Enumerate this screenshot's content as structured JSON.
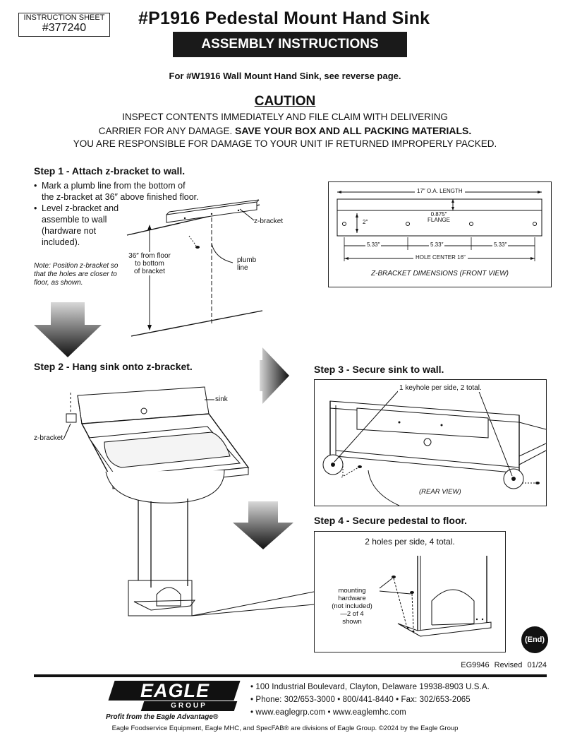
{
  "header": {
    "sheet_label": "INSTRUCTION SHEET",
    "sheet_number": "#377240",
    "title": "#P1916 Pedestal Mount Hand Sink",
    "banner": "ASSEMBLY INSTRUCTIONS",
    "reverse_note": "For #W1916 Wall Mount Hand Sink, see reverse page."
  },
  "caution": {
    "heading": "CAUTION",
    "line1": "INSPECT CONTENTS IMMEDIATELY AND FILE CLAIM WITH DELIVERING",
    "line2_plain": "CARRIER FOR ANY DAMAGE. ",
    "line2_bold": "SAVE YOUR BOX AND ALL PACKING MATERIALS.",
    "line3": "YOU ARE RESPONSIBLE FOR DAMAGE TO YOUR UNIT IF RETURNED IMPROPERLY PACKED."
  },
  "step1": {
    "heading": "Step 1 - Attach z-bracket to wall.",
    "bullet1": "Mark a plumb line from the bottom of the z-bracket at 36″ above finished floor.",
    "bullet2": "Level z-bracket and assemble to wall (hardware not included).",
    "note": "Note: Position z-bracket so that the holes are closer to floor, as shown.",
    "label_zbracket": "z-bracket",
    "label_height_1": "36″ from floor",
    "label_height_2": "to bottom",
    "label_height_3": "of bracket",
    "label_plumb_1": "plumb",
    "label_plumb_2": "line"
  },
  "dimensions": {
    "overall": "17″ O.A. LENGTH",
    "flange_1": "0.875″",
    "flange_2": "FLANGE",
    "height": "2″",
    "seg1": "5.33″",
    "seg2": "5.33″",
    "seg3": "5.33″",
    "hole_center": "HOLE CENTER 16″",
    "caption": "Z-BRACKET DIMENSIONS (FRONT VIEW)"
  },
  "step2": {
    "heading": "Step 2 - Hang sink onto z-bracket.",
    "label_sink": "sink",
    "label_zbracket": "z-bracket"
  },
  "step3": {
    "heading": "Step 3 - Secure sink to wall.",
    "keyhole": "1 keyhole per side, 2 total.",
    "caption": "(REAR VIEW)"
  },
  "step4": {
    "heading": "Step 4 - Secure pedestal to floor.",
    "holes": "2 holes per side, 4 total.",
    "hw1": "mounting",
    "hw2": "hardware",
    "hw3": "(not included)",
    "hw4": "—2 of 4",
    "hw5": "shown"
  },
  "footer": {
    "end": "(End)",
    "doc_id": "EG9946",
    "revised": "Revised 01/24",
    "logo_word": "EAGLE",
    "logo_group": "GROUP",
    "tagline": "Profit from the Eagle Advantage®",
    "address": "• 100 Industrial Boulevard, Clayton, Delaware 19938-8903 U.S.A.",
    "phone": "• Phone: 302/653-3000 • 800/441-8440 • Fax: 302/653-2065",
    "web": "• www.eaglegrp.com • www.eaglemhc.com",
    "divisions": "Eagle Foodservice Equipment, Eagle MHC, and SpecFAB® are divisions of Eagle Group. ©2024 by the Eagle Group"
  }
}
